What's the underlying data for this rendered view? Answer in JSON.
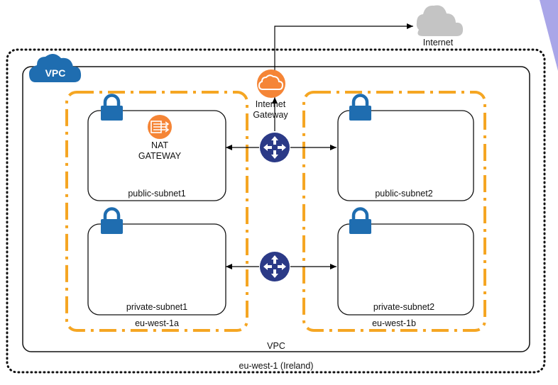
{
  "labels": {
    "internet": "Internet",
    "internet_gateway_line1": "Internet",
    "internet_gateway_line2": "Gateway",
    "nat_gateway_line1": "NAT",
    "nat_gateway_line2": "GATEWAY",
    "public_subnet1": "public-subnet1",
    "public_subnet2": "public-subnet2",
    "private_subnet1": "private-subnet1",
    "private_subnet2": "private-subnet2",
    "az_a": "eu-west-1a",
    "az_b": "eu-west-1b",
    "vpc_box": "VPC",
    "vpc_badge": "VPC",
    "region": "eu-west-1 (Ireland)"
  },
  "colors": {
    "az_border": "#f5a623",
    "lock": "#1f6db0",
    "vpc_badge": "#1f6db0",
    "router": "#2b3a87",
    "nat_gateway": "#f58536",
    "internet_gateway": "#f58536",
    "cloud": "#c4c4c4",
    "corner_accent": "#a9a6e8"
  },
  "icons": [
    "cloud-icon",
    "internet-gateway-icon",
    "nat-gateway-icon",
    "router-icon",
    "lock-icon"
  ]
}
